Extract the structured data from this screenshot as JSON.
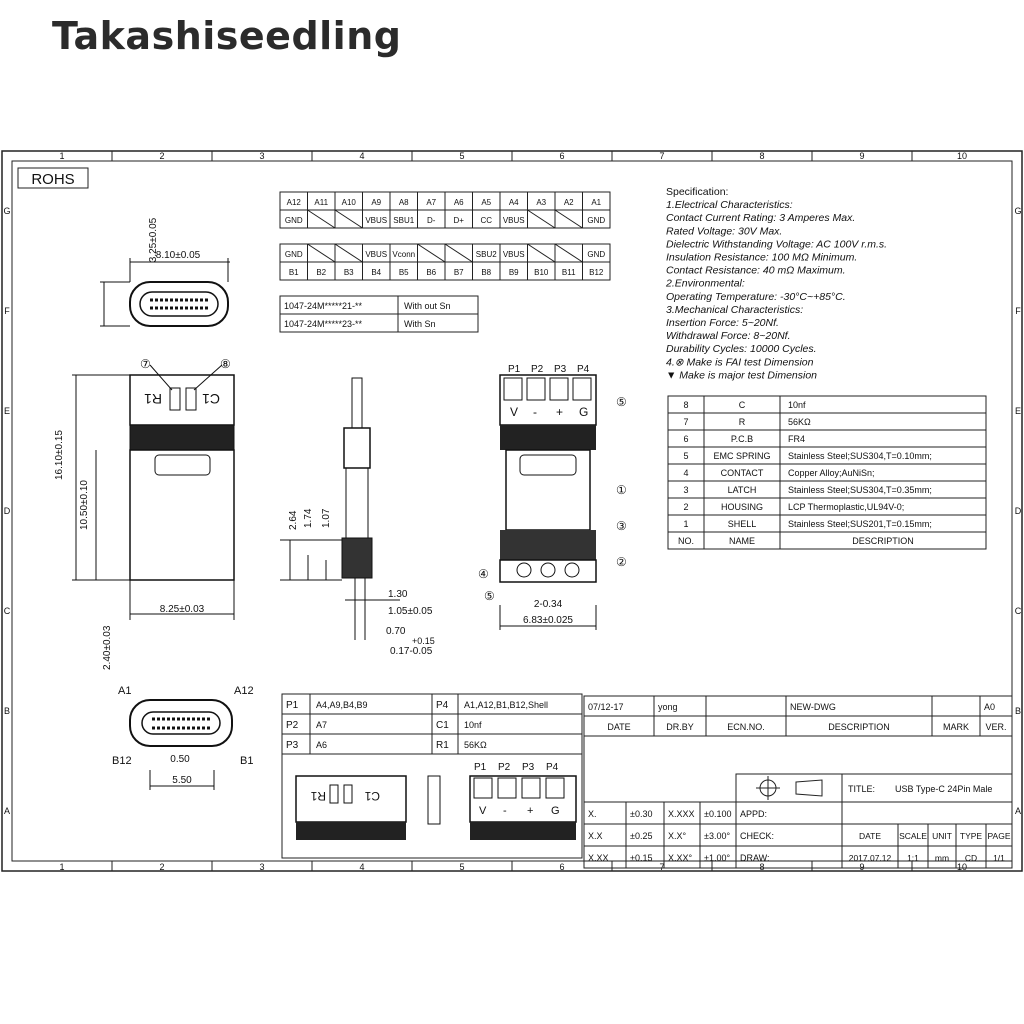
{
  "brand": "Takashiseedling",
  "rohs": "ROHS",
  "border_cols": [
    "1",
    "2",
    "3",
    "4",
    "5",
    "6",
    "7",
    "8",
    "9",
    "10"
  ],
  "border_rows": [
    "G",
    "F",
    "E",
    "D",
    "C",
    "B",
    "A"
  ],
  "pin_table": {
    "top_row": [
      "A12",
      "A11",
      "A10",
      "A9",
      "A8",
      "A7",
      "A6",
      "A5",
      "A4",
      "A3",
      "A2",
      "A1"
    ],
    "top_sig": [
      "GND",
      "",
      "",
      "VBUS",
      "SBU1",
      "D-",
      "D+",
      "CC",
      "VBUS",
      "",
      "",
      "GND"
    ],
    "bot_sig": [
      "GND",
      "",
      "",
      "VBUS",
      "Vconn",
      "",
      "",
      "SBU2",
      "VBUS",
      "",
      "",
      "GND"
    ],
    "bot_row": [
      "B1",
      "B2",
      "B3",
      "B4",
      "B5",
      "B6",
      "B7",
      "B8",
      "B9",
      "B10",
      "B11",
      "B12"
    ]
  },
  "part_table": [
    {
      "pn": "1047-24M*****21-**",
      "desc": "With out Sn"
    },
    {
      "pn": "1047-24M*****23-**",
      "desc": "With Sn"
    }
  ],
  "spec": {
    "lines": [
      "Specification:",
      " 1.Electrical Characteristics:",
      "   Contact Current Rating: 3 Amperes Max.",
      "   Rated Voltage:   30V Max.",
      "   Dielectric Withstanding Voltage: AC 100V r.m.s.",
      "   Insulation Resistance: 100 MΩ Minimum.",
      "   Contact Resistance: 40 mΩ Maximum.",
      " 2.Environmental:",
      "   Operating Temperature: -30°C~+85°C.",
      " 3.Mechanical Characteristics:",
      "   Insertion Force: 5~20Nf.",
      "   Withdrawal Force: 8~20Nf.",
      "   Durability Cycles: 10000 Cycles.",
      " 4.⊗ Make is FAI test Dimension",
      "   ▼ Make is major test Dimension"
    ]
  },
  "bom": [
    {
      "no": "8",
      "name": "C",
      "desc": "10nf"
    },
    {
      "no": "7",
      "name": "R",
      "desc": "56KΩ"
    },
    {
      "no": "6",
      "name": "P.C.B",
      "desc": "FR4"
    },
    {
      "no": "5",
      "name": "EMC SPRING",
      "desc": "Stainless Steel;SUS304,T=0.10mm;"
    },
    {
      "no": "4",
      "name": "CONTACT",
      "desc": "Copper Alloy;AuNiSn;"
    },
    {
      "no": "3",
      "name": "LATCH",
      "desc": "Stainless Steel;SUS304,T=0.35mm;"
    },
    {
      "no": "2",
      "name": "HOUSING",
      "desc": "LCP Thermoplastic,UL94V-0;"
    },
    {
      "no": "1",
      "name": "SHELL",
      "desc": "Stainless Steel;SUS201,T=0.15mm;"
    },
    {
      "no": "NO.",
      "name": "NAME",
      "desc": "DESCRIPTION"
    }
  ],
  "pad_table": [
    {
      "a": "P1",
      "b": "A4,A9,B4,B9",
      "c": "P4",
      "d": "A1,A12,B1,B12,Shell"
    },
    {
      "a": "P2",
      "b": "A7",
      "c": "C1",
      "d": "10nf"
    },
    {
      "a": "P3",
      "b": "A6",
      "c": "R1",
      "d": "56KΩ"
    }
  ],
  "title_block": {
    "rev_row": [
      "07/12-17",
      "yong",
      "",
      "NEW-DWG",
      "",
      "A0"
    ],
    "rev_head": [
      "DATE",
      "DR.BY",
      "ECN.NO.",
      "DESCRIPTION",
      "MARK",
      "VER."
    ],
    "title_label": "TITLE:",
    "title_value": "USB Type-C 24Pin Male",
    "tol": [
      [
        "X.",
        "±0.30",
        "X.XXX",
        "±0.100"
      ],
      [
        "X.X",
        "±0.25",
        "X.X°",
        "±3.00°"
      ],
      [
        "X.XX",
        "±0.15",
        "X.XX°",
        "±1.00°"
      ]
    ],
    "appd": "APPD:",
    "check": "CHECK:",
    "draw": "DRAW:",
    "info_head": [
      "DATE",
      "SCALE",
      "UNIT",
      "TYPE",
      "PAGE"
    ],
    "info_vals": [
      "2017.07.12",
      "1:1",
      "mm",
      "CD",
      "1/1"
    ]
  },
  "dims": {
    "d1": "3.25±0.05",
    "d2": "8.10±0.05",
    "d3": "16.10±0.15",
    "d4": "10.50±0.10",
    "d5": "8.25±0.03",
    "d6": "2.40±0.03",
    "d7": "0.50",
    "d8": "5.50",
    "d9": "2.64",
    "d10": "1.74",
    "d11": "1.07",
    "d12": "1.30",
    "d13": "1.05±0.05",
    "d14": "0.70",
    "d15": "+0.15",
    "d16": "0.17-0.05",
    "d17": "2-0.34",
    "d18": "6.83±0.025"
  },
  "labels": {
    "a1": "A1",
    "a12": "A12",
    "b12": "B12",
    "b1": "B1",
    "r1": "R1",
    "c1": "C1",
    "p1": "P1",
    "p2": "P2",
    "p3": "P3",
    "p4": "P4",
    "pv": "V",
    "pminus": "-",
    "pplus": "+",
    "pg": "G",
    "c7": "⑦",
    "c8": "⑧",
    "c5": "⑤",
    "c1b": "①",
    "c3": "③",
    "c2": "②",
    "c4": "④",
    "c5b": "⑤"
  }
}
